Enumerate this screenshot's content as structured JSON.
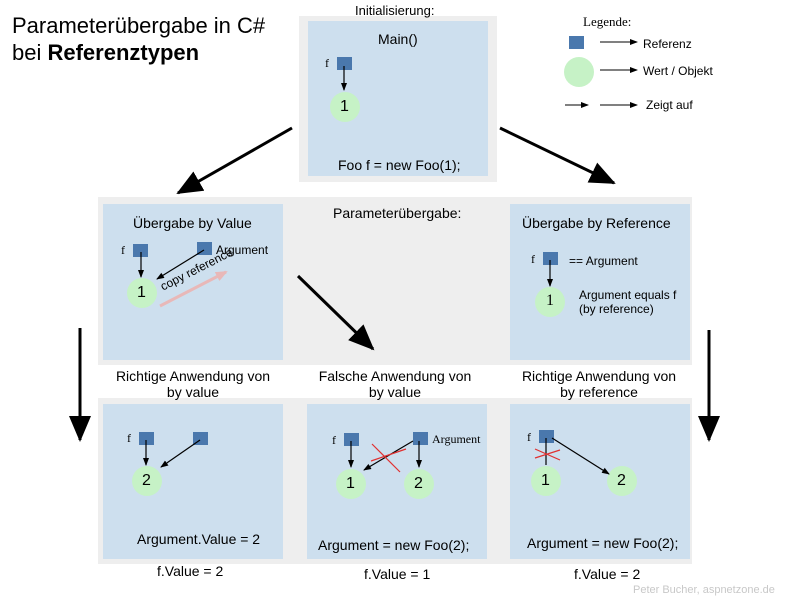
{
  "title": {
    "line1": "Parameterübergabe in C#",
    "line2_prefix": "bei ",
    "line2_bold": "Referenztypen"
  },
  "init": {
    "caption": "Initialisierung:",
    "main": "Main()",
    "var": "f",
    "obj": "1",
    "code": "Foo f = new Foo(1);"
  },
  "legend": {
    "title": "Legende:",
    "reference": "Referenz",
    "value": "Wert / Objekt",
    "points_to": "Zeigt auf"
  },
  "param": {
    "caption": "Parameterübergabe:",
    "by_value": {
      "title": "Übergabe by Value",
      "var": "f",
      "arg": "Argument",
      "obj": "1",
      "copy": "copy reference"
    },
    "by_ref": {
      "title": "Übergabe by Reference",
      "var": "f",
      "arg": "== Argument",
      "obj": "1",
      "note1": "Argument equals f",
      "note2": "(by reference)"
    }
  },
  "results": [
    {
      "heading1": "Richtige Anwendung von",
      "heading2": "by value",
      "var": "f",
      "obj1": "2",
      "code": "Argument.Value = 2",
      "outcome": "f.Value = 2"
    },
    {
      "heading1": "Falsche Anwendung von",
      "heading2": "by value",
      "var": "f",
      "arg": "Argument",
      "obj1": "1",
      "obj2": "2",
      "code": "Argument = new Foo(2);",
      "outcome": "f.Value = 1"
    },
    {
      "heading1": "Richtige Anwendung von",
      "heading2": "by reference",
      "var": "f",
      "obj1": "1",
      "obj2": "2",
      "code": "Argument = new Foo(2);",
      "outcome": "f.Value = 2"
    }
  ],
  "credit": "Peter Bucher, aspnetzone.de",
  "colors": {
    "panel": "#cddfee",
    "frame": "#eeeeee",
    "reference": "#4a78ad",
    "value": "#c6f2c6",
    "cross": "#e03030",
    "copy_arrow": "#e8b8b8"
  }
}
